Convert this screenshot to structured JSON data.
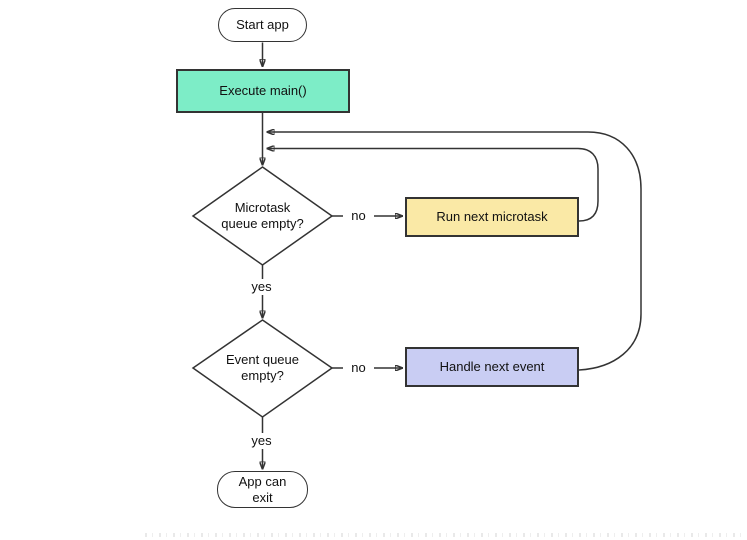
{
  "nodes": {
    "start": {
      "label": "Start app"
    },
    "execute_main": {
      "label": "Execute main()"
    },
    "microtask_decision": {
      "lines": [
        "Microtask",
        "queue empty?"
      ]
    },
    "run_microtask": {
      "label": "Run next microtask"
    },
    "event_decision": {
      "lines": [
        "Event queue",
        "empty?"
      ]
    },
    "handle_event": {
      "label": "Handle next event"
    },
    "app_exit": {
      "lines": [
        "App can",
        "exit"
      ]
    }
  },
  "edge_labels": {
    "microtask_no": "no",
    "microtask_yes": "yes",
    "event_no": "no",
    "event_yes": "yes"
  },
  "colors": {
    "background": "#ffffff",
    "outline": "#333333",
    "execute_main_fill": "#7dedc7",
    "run_microtask_fill": "#fae9a6",
    "handle_event_fill": "#c9cdf3"
  }
}
